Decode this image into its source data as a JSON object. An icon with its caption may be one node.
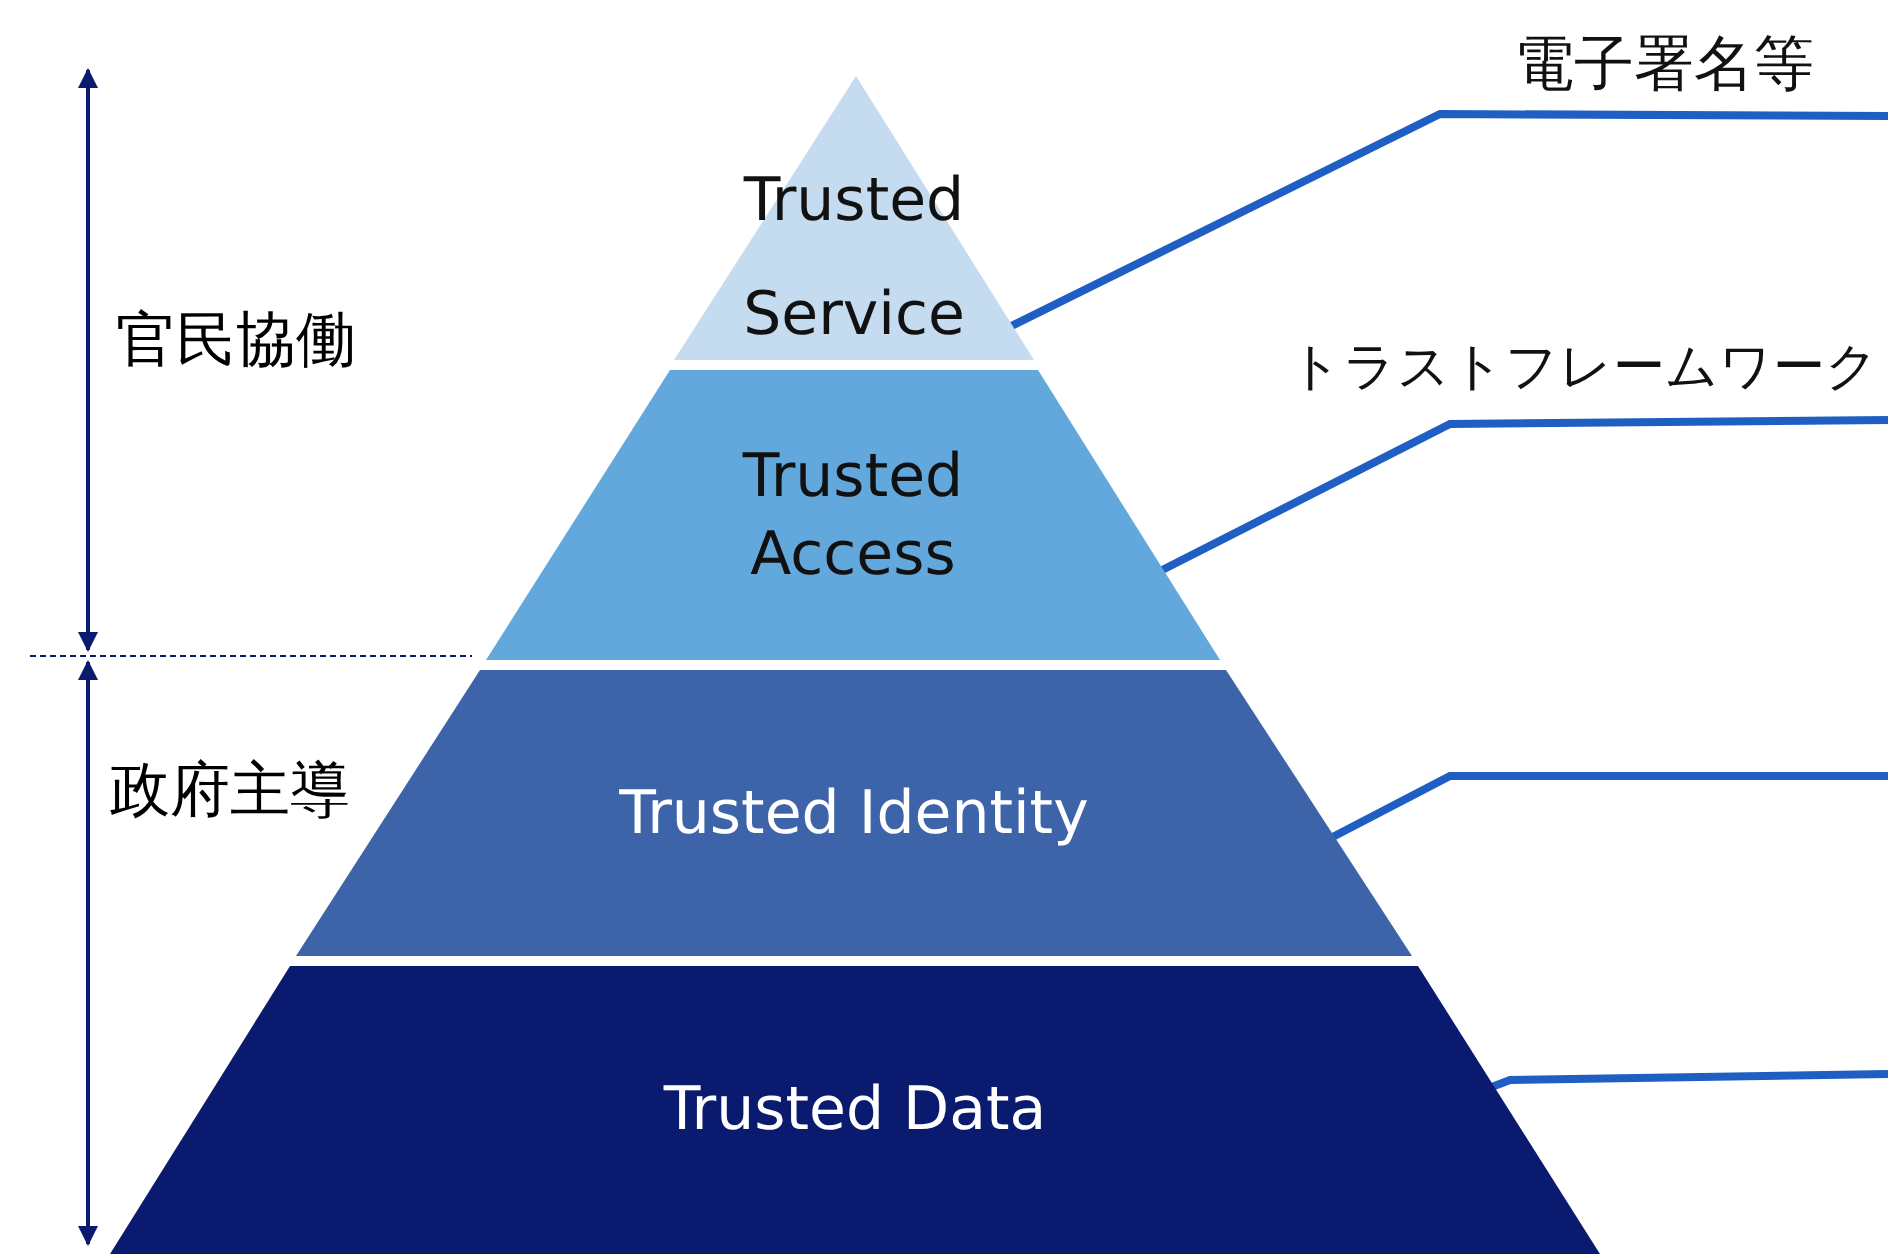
{
  "diagram": {
    "nodes": [
      {
        "text": [
          "Trusted Service"
        ]
      },
      {
        "text": [
          "Trusted Access"
        ]
      },
      {
        "text": [
          "Trusted Identity"
        ]
      },
      {
        "text": [
          "Trusted Data"
        ]
      },
      {
        "text": [
          "電子署名等"
        ]
      },
      {
        "text": [
          "トラストフレームワーク"
        ]
      }
    ],
    "edges": [
      {
        "from": 4,
        "to": 0,
        "arrow": "none"
      },
      {
        "from": 5,
        "to": 1,
        "arrow": "none"
      },
      {
        "from": null,
        "to": 2,
        "arrow": "none"
      },
      {
        "from": null,
        "to": 3,
        "arrow": "none"
      }
    ],
    "labels": [
      "官民協働",
      "政府主導"
    ]
  }
}
